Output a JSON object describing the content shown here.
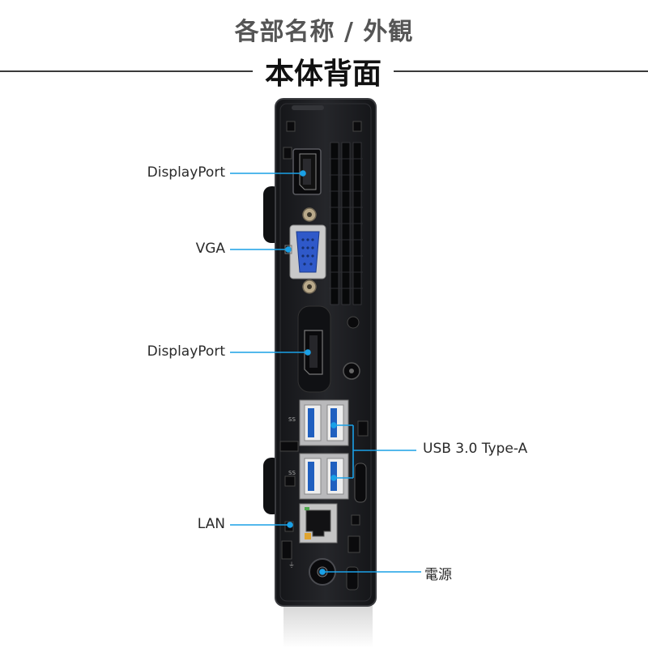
{
  "header": {
    "title": "各部名称 / 外観",
    "section": "本体背面"
  },
  "callouts": [
    {
      "id": "displayport-top",
      "label": "DisplayPort"
    },
    {
      "id": "vga",
      "label": "VGA"
    },
    {
      "id": "displayport-bottom",
      "label": "DisplayPort"
    },
    {
      "id": "usb",
      "label": "USB 3.0 Type-A"
    },
    {
      "id": "lan",
      "label": "LAN"
    },
    {
      "id": "power",
      "label": "電源"
    }
  ],
  "colors": {
    "callout_line": "#1aa0e6",
    "chassis": "#1c1d20",
    "usb_blue": "#1f5fbf",
    "vga_blue": "#2f59c9"
  },
  "icons": [
    "displayport-icon",
    "vga-icon",
    "usb-icon",
    "lan-icon",
    "power-icon"
  ]
}
